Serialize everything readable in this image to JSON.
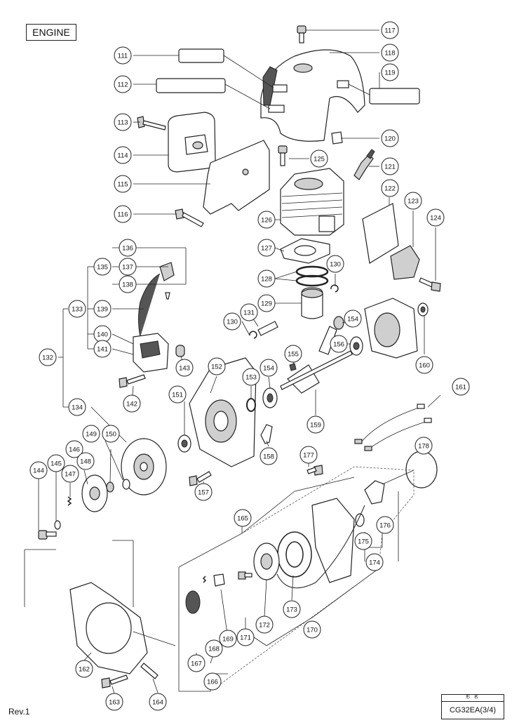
{
  "section_title": "ENGINE",
  "revision": "Rev.1",
  "model": {
    "header": "形   名",
    "code": "CG32EA(3/4)"
  },
  "callouts": [
    "111",
    "112",
    "113",
    "114",
    "115",
    "116",
    "117",
    "118",
    "119",
    "120",
    "121",
    "122",
    "123",
    "124",
    "125",
    "126",
    "127",
    "128",
    "129",
    "130",
    "130",
    "131",
    "132",
    "133",
    "134",
    "135",
    "136",
    "137",
    "138",
    "139",
    "140",
    "141",
    "142",
    "143",
    "144",
    "145",
    "146",
    "147",
    "148",
    "149",
    "150",
    "151",
    "152",
    "153",
    "154",
    "154",
    "155",
    "156",
    "157",
    "158",
    "159",
    "160",
    "161",
    "162",
    "163",
    "164",
    "165",
    "166",
    "167",
    "168",
    "169",
    "170",
    "171",
    "172",
    "173",
    "174",
    "175",
    "176",
    "177",
    "178"
  ]
}
